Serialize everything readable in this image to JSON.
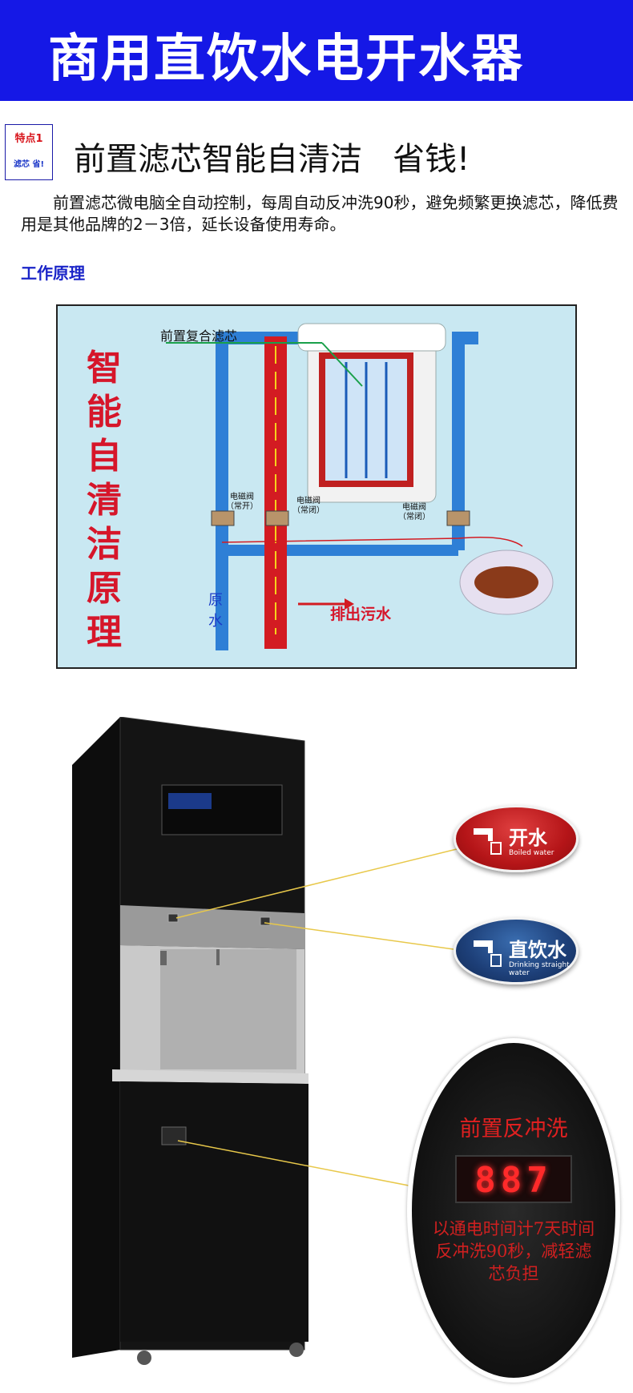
{
  "banner": {
    "title": "商用直饮水电开水器"
  },
  "badge": {
    "line1": "特点1",
    "line2": "滤芯 省!"
  },
  "feature": {
    "title": "前置滤芯智能自清洁   省钱!"
  },
  "description": "前置滤芯微电脑全自动控制，每周自动反冲洗90秒，避免频繁更换滤芯，降低费用是其他品牌的2－3倍，延长设备使用寿命。",
  "section_title": "工作原理",
  "diagram": {
    "vertical_title": [
      "智",
      "能",
      "自",
      "清",
      "洁",
      "原",
      "理"
    ],
    "filter_label": "前置复合滤芯",
    "valve_left": "电磁阀\n（常开）",
    "valve_mid": "电磁阀\n（常闭）",
    "valve_right": "电磁阀\n（常闭）",
    "inlet": "原水",
    "drain": "排出污水"
  },
  "callouts": {
    "boiled": {
      "title": "开水",
      "subtitle": "Boiled water"
    },
    "direct": {
      "title": "直饮水",
      "subtitle": "Drinking straight water"
    }
  },
  "display": {
    "title": "前置反冲洗",
    "digits": "887",
    "text": "以通电时间计7天时间反冲洗90秒，减轻滤芯负担"
  }
}
